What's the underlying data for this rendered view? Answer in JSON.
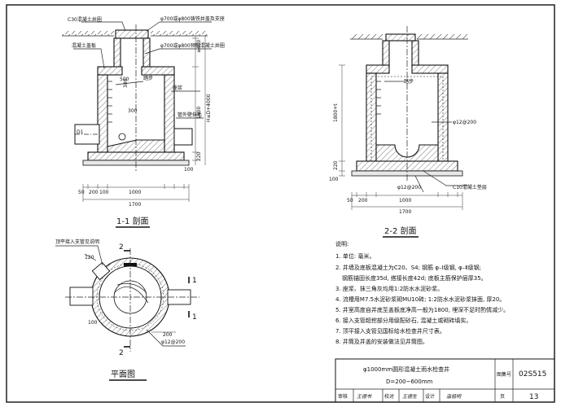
{
  "views": {
    "sec1": {
      "title": "1-1 剖面",
      "callouts": {
        "frame_cover": "C30混凝土井圈",
        "cast_iron": "φ700或φ800铸铁井盖及支座",
        "precast": "φ700或φ800预制混凝土井圈",
        "cover_slab": "混凝土盖板",
        "ladder": "踏步",
        "grout": "座浆",
        "flow": "管外壁抹毛"
      },
      "dims": {
        "h_top": "≥400",
        "h_total": "H≤D+4000",
        "h_mid": "1800",
        "h_220": "220",
        "h_100": "100",
        "d_500": "500",
        "d_380": "380",
        "d_300": "300",
        "b_50": "50",
        "b_200": "200",
        "b_100": "100",
        "b_1000": "1000",
        "total": "1700",
        "pipe_label": "D1"
      }
    },
    "sec2": {
      "title": "2-2 剖面",
      "callouts": {
        "ladder": "踏步",
        "rebar_top": "φ12@200",
        "rebar_bottom": "φ12@200",
        "c10": "C10混凝土垫层"
      },
      "dims": {
        "h_1800": "1800+t",
        "h_220": "220",
        "h_100": "100",
        "b_50": "50",
        "b_200": "200",
        "b_1000": "1000",
        "total": "1700"
      }
    },
    "plan": {
      "title": "平面图",
      "callouts": {
        "branch": "顶平接入支管见说明",
        "rebar": "φ12@200"
      },
      "marks": {
        "sec1": "1",
        "sec2": "2"
      },
      "dims": {
        "d_200": "200",
        "d_100": "100",
        "d_120": "120"
      }
    }
  },
  "notes": {
    "heading": "说明:",
    "items": [
      "1. 单位: 毫米。",
      "2. 井墙及底板混凝土为C20、S4; 钢筋 φ–Ⅰ级钢, φ–Ⅱ级钢;",
      "钢筋锚固长度35d, 搭接长度42d; 底板主筋保护层厚35。",
      "3. 座浆、抹三角灰均用1:2防水水泥砂浆。",
      "4. 流槽用M7.5水泥砂浆砌MU10砖; 1:2防水水泥砂浆抹面, 厚20。",
      "5. 井室高度自井底至盖板底净高一般为1800, 埋深不足时酌情减少。",
      "6. 接入支管超挖部分用级配砂石, 混凝土或砌砖填实。",
      "7. 顶平接入支管见国标给水检查井尺寸表。",
      "8. 井筒及井盖的安装做法见井筒图。"
    ]
  },
  "title_block": {
    "title_line1": "φ1000mm圆形混凝土雨水检查井",
    "title_line2": "D=200~600mm",
    "atlas_label": "图集号",
    "atlas_no": "02S515",
    "review_label": "审核",
    "review_sig": "王德书",
    "check_label": "校对",
    "check_sig": "王德生",
    "design_label": "设计",
    "design_sig": "温祖明",
    "page_label": "页",
    "page_no": "13"
  }
}
